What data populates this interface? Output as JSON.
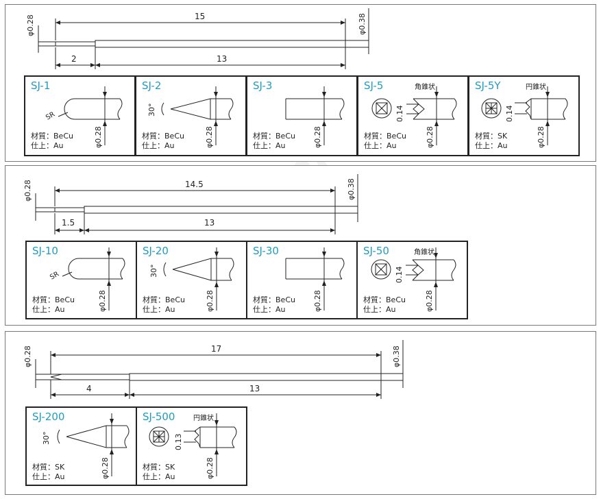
{
  "diameter_small": "φ0.28",
  "diameter_large": "φ0.38",
  "material_label": "材質",
  "finish_label": "仕上",
  "watermark": "misumi",
  "group1": {
    "total": "15",
    "tip_len": "2",
    "body_len": "13",
    "cells": [
      {
        "name": "SJ-1",
        "mat": "BeCu",
        "fin": "Au",
        "tip": "SR"
      },
      {
        "name": "SJ-2",
        "mat": "BeCu",
        "fin": "Au",
        "angle": "30°"
      },
      {
        "name": "SJ-3",
        "mat": "BeCu",
        "fin": "Au"
      },
      {
        "name": "SJ-5",
        "mat": "BeCu",
        "fin": "Au",
        "shape": "角錐状",
        "h": "0.14"
      },
      {
        "name": "SJ-5Y",
        "mat": "SK",
        "fin": "Au",
        "shape": "円錐状",
        "h": "0.14"
      }
    ]
  },
  "group2": {
    "total": "14.5",
    "tip_len": "1.5",
    "body_len": "13",
    "cells": [
      {
        "name": "SJ-10",
        "mat": "BeCu",
        "fin": "Au",
        "tip": "SR"
      },
      {
        "name": "SJ-20",
        "mat": "BeCu",
        "fin": "Au",
        "angle": "30°"
      },
      {
        "name": "SJ-30",
        "mat": "BeCu",
        "fin": "Au"
      },
      {
        "name": "SJ-50",
        "mat": "BeCu",
        "fin": "Au",
        "shape": "角錐状",
        "h": "0.14"
      }
    ]
  },
  "group3": {
    "total": "17",
    "tip_len": "4",
    "body_len": "13",
    "cells": [
      {
        "name": "SJ-200",
        "mat": "SK",
        "fin": "Au",
        "angle": "30°"
      },
      {
        "name": "SJ-500",
        "mat": "SK",
        "fin": "Au",
        "shape": "円錐状",
        "h": "0.13"
      }
    ]
  }
}
